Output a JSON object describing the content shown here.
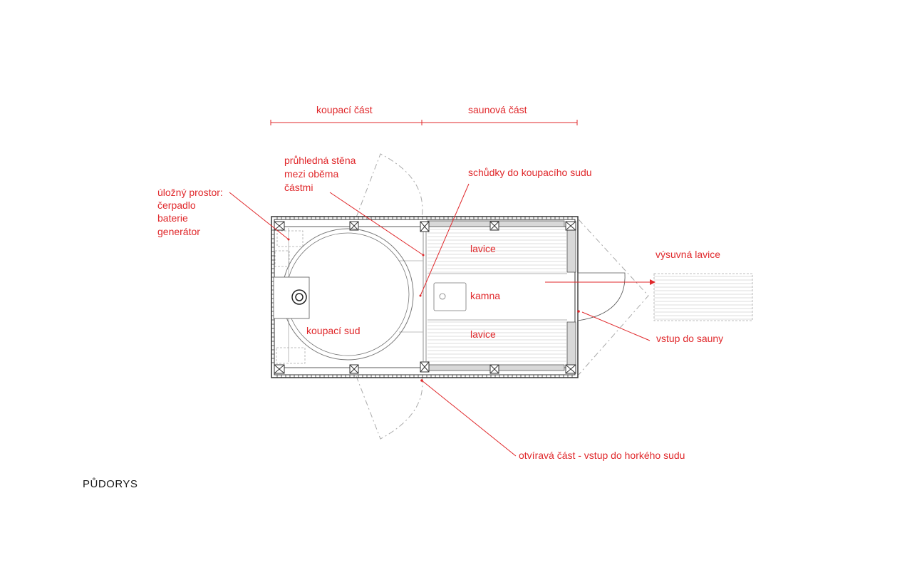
{
  "colors": {
    "annotation": "#e0282b",
    "linework": "#333333",
    "paper": "#ffffff"
  },
  "title": "PŮDORYS",
  "sections": {
    "bathing": "koupací část",
    "sauna": "saunová část"
  },
  "annotations": {
    "storage": [
      "úložný prostor:",
      "čerpadlo",
      "baterie",
      "generátor"
    ],
    "glass_wall": [
      "průhledná stěna",
      "mezi oběma",
      "částmi"
    ],
    "steps": "schůdky do koupacího sudu",
    "extendable_bench": "výsuvná lavice",
    "sauna_entry": "vstup do sauny",
    "hot_tub_entry": "otvíravá část - vstup do horkého sudu"
  },
  "rooms": {
    "bench_top": "lavice",
    "stove": "kamna",
    "bench_bottom": "lavice",
    "tub": "koupací sud"
  }
}
